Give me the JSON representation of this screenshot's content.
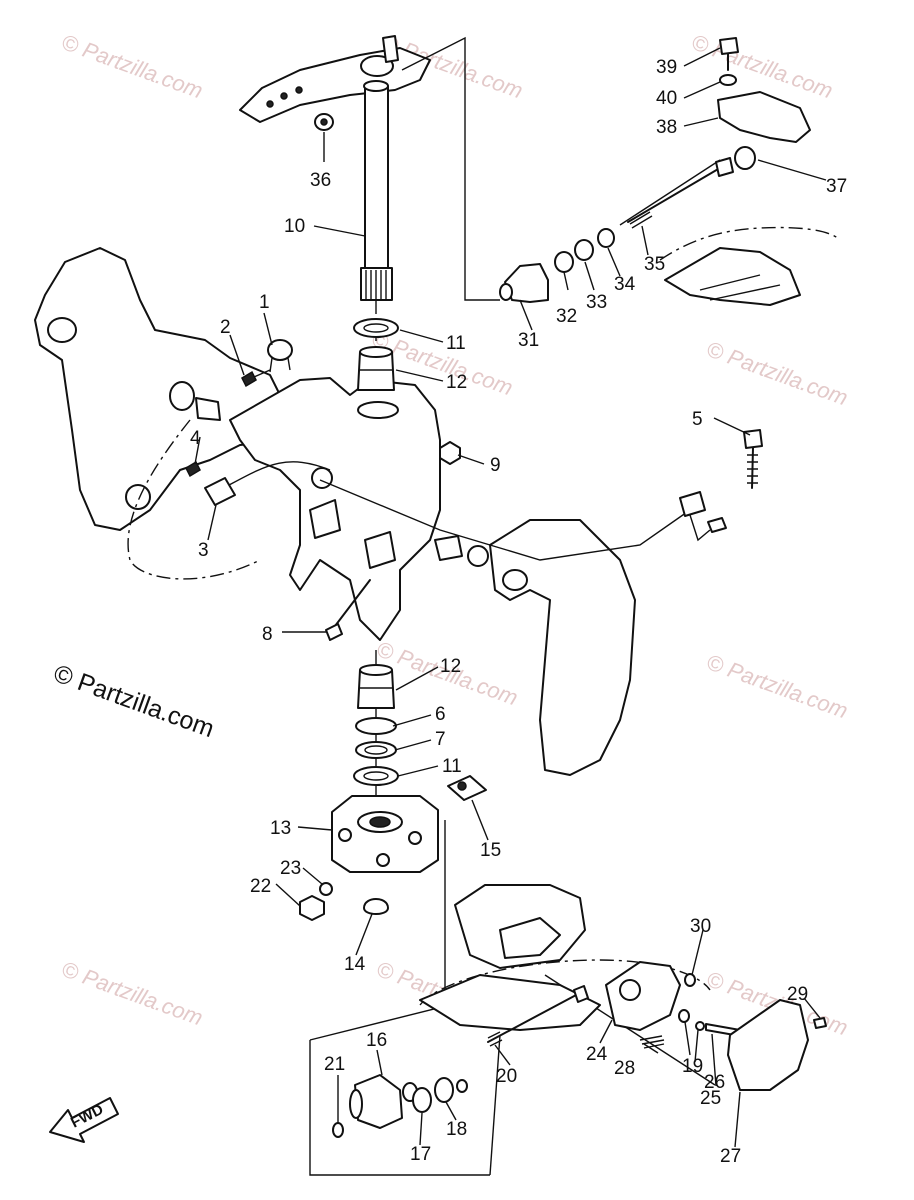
{
  "watermark": {
    "small": "© Partzilla.com",
    "main": "© Partzilla.com"
  },
  "direction_label": "FWD",
  "callouts": [
    {
      "id": "1",
      "label": "1"
    },
    {
      "id": "2",
      "label": "2"
    },
    {
      "id": "3",
      "label": "3"
    },
    {
      "id": "4",
      "label": "4"
    },
    {
      "id": "5",
      "label": "5"
    },
    {
      "id": "6",
      "label": "6"
    },
    {
      "id": "7",
      "label": "7"
    },
    {
      "id": "8",
      "label": "8"
    },
    {
      "id": "9",
      "label": "9"
    },
    {
      "id": "10",
      "label": "10"
    },
    {
      "id": "11a",
      "label": "11"
    },
    {
      "id": "11b",
      "label": "11"
    },
    {
      "id": "12a",
      "label": "12"
    },
    {
      "id": "12b",
      "label": "12"
    },
    {
      "id": "13",
      "label": "13"
    },
    {
      "id": "14",
      "label": "14"
    },
    {
      "id": "15",
      "label": "15"
    },
    {
      "id": "16",
      "label": "16"
    },
    {
      "id": "17",
      "label": "17"
    },
    {
      "id": "18",
      "label": "18"
    },
    {
      "id": "19",
      "label": "19"
    },
    {
      "id": "20",
      "label": "20"
    },
    {
      "id": "21",
      "label": "21"
    },
    {
      "id": "22",
      "label": "22"
    },
    {
      "id": "23",
      "label": "23"
    },
    {
      "id": "24",
      "label": "24"
    },
    {
      "id": "25",
      "label": "25"
    },
    {
      "id": "26",
      "label": "26"
    },
    {
      "id": "27",
      "label": "27"
    },
    {
      "id": "28",
      "label": "28"
    },
    {
      "id": "29",
      "label": "29"
    },
    {
      "id": "30",
      "label": "30"
    },
    {
      "id": "31",
      "label": "31"
    },
    {
      "id": "32",
      "label": "32"
    },
    {
      "id": "33",
      "label": "33"
    },
    {
      "id": "34",
      "label": "34"
    },
    {
      "id": "35",
      "label": "35"
    },
    {
      "id": "36",
      "label": "36"
    },
    {
      "id": "37",
      "label": "37"
    },
    {
      "id": "38",
      "label": "38"
    },
    {
      "id": "39",
      "label": "39"
    },
    {
      "id": "40",
      "label": "40"
    }
  ]
}
